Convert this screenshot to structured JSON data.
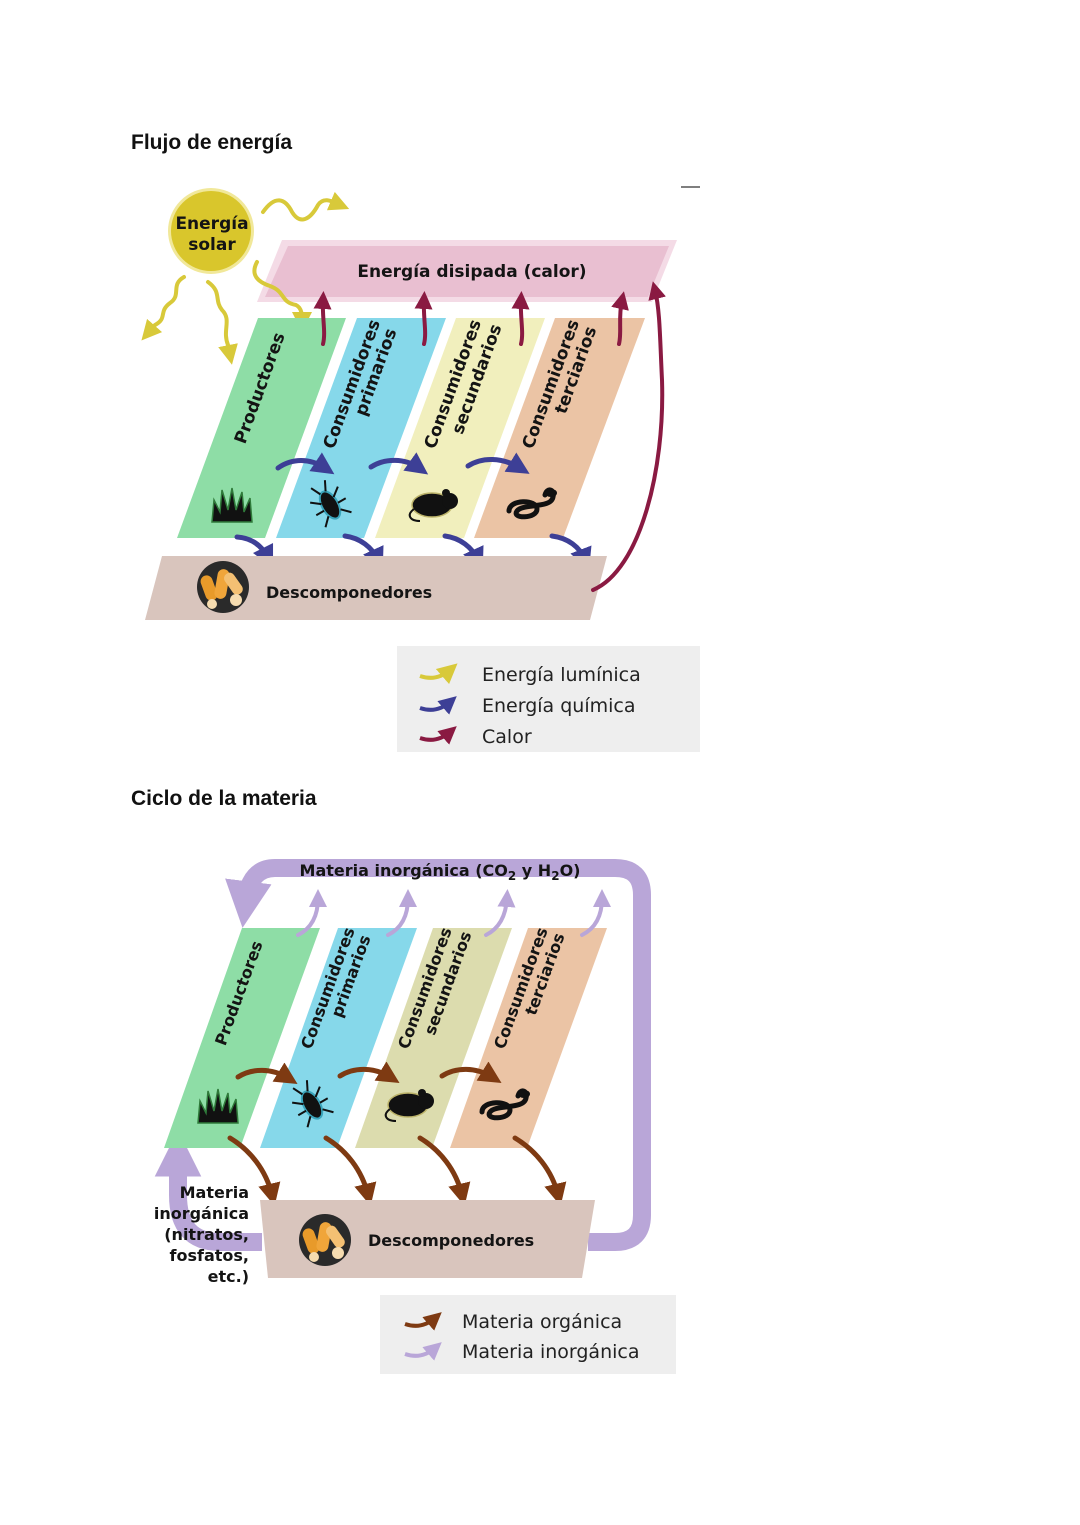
{
  "sections": {
    "energy": {
      "title": "Flujo de energía",
      "sun": {
        "line1": "Energía",
        "line2": "solar"
      },
      "dissipated": "Energía disipada (calor)",
      "levels": [
        {
          "line1": "Productores",
          "line2": "",
          "color": "#8edda6",
          "organism": "grass-icon"
        },
        {
          "line1": "Consumidores",
          "line2": "primarios",
          "color": "#86d8ea",
          "organism": "insect-icon"
        },
        {
          "line1": "Consumidores",
          "line2": "secundarios",
          "color": "#f1efbd",
          "organism": "mouse-icon"
        },
        {
          "line1": "Consumidores",
          "line2": "terciarios",
          "color": "#ebc4a5",
          "organism": "snake-icon"
        }
      ],
      "decomposers": "Descomponedores",
      "legend": [
        {
          "label": "Energía lumínica",
          "color": "#d8c93a"
        },
        {
          "label": "Energía química",
          "color": "#3d3f96"
        },
        {
          "label": "Calor",
          "color": "#8a1a42"
        }
      ]
    },
    "matter": {
      "title": "Ciclo de la materia",
      "inorganic_top": {
        "prefix": "Materia inorgánica (CO",
        "sub1": "2",
        "mid": " y H",
        "sub2": "2",
        "suffix": "O)"
      },
      "levels": [
        {
          "line1": "Productores",
          "line2": "",
          "color": "#8edda6",
          "organism": "grass-icon"
        },
        {
          "line1": "Consumidores",
          "line2": "primarios",
          "color": "#86d8ea",
          "organism": "insect-icon"
        },
        {
          "line1": "Consumidores",
          "line2": "secundarios",
          "color": "#dcdcae",
          "organism": "mouse-icon"
        },
        {
          "line1": "Consumidores",
          "line2": "terciarios",
          "color": "#ebc4a5",
          "organism": "snake-icon"
        }
      ],
      "decomposers": "Descomponedores",
      "inorganic_side": [
        "Materia",
        "inorgánica",
        "(nitratos,",
        "fosfatos,",
        "etc.)"
      ],
      "legend": [
        {
          "label": "Materia orgánica",
          "color": "#7e3a12"
        },
        {
          "label": "Materia inorgánica",
          "color": "#b9a6d8"
        }
      ]
    }
  },
  "colors": {
    "light": "#d8c93a",
    "chemical": "#3d3f96",
    "heat": "#8a1a42",
    "organic": "#7e3a12",
    "inorganic": "#b9a6d8",
    "dissipated_bg": "#e9bfd1",
    "decomposer_bg": "#d9c5bd",
    "sun": "#d9c62c",
    "legend_bg": "#eeeeee"
  }
}
